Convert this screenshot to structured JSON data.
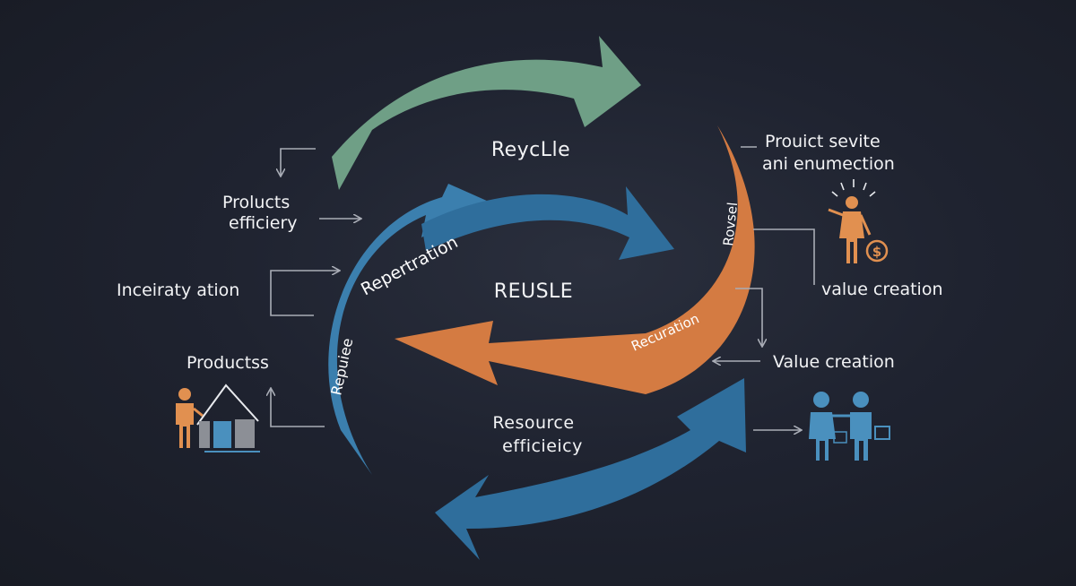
{
  "colors": {
    "background": "#1c1f29",
    "green_arrow": "#6f9f86",
    "blue_arrow": "#3b7fae",
    "dark_blue_arrow": "#2f6e9c",
    "orange_arrow": "#d47b42",
    "connector": "#a9adb6",
    "person_orange": "#e19050",
    "person_blue": "#4a90be"
  },
  "center_labels": {
    "top": "ReycLle",
    "middle": "REUSLE",
    "bottom_line1": "Resource",
    "bottom_line2": "efficieicy"
  },
  "arrow_labels": {
    "blue_outer_upper": "Repertration",
    "blue_outer_lower": "Repuiee",
    "orange_upper": "Rovsel",
    "orange_lower": "Recuration"
  },
  "left_labels": {
    "top_line1": "Prolucts",
    "top_line2": "efficiery",
    "middle": "Inceiraty ation",
    "bottom": "Productss"
  },
  "right_labels": {
    "top_line1": "Prouict sevite",
    "top_line2": "ani enumection",
    "middle": "value creation",
    "bottom": "Value creation"
  },
  "icons": {
    "left_bottom": "person-with-house-icon",
    "right_top": "person-with-money-icon",
    "right_bottom": "two-people-icon"
  }
}
